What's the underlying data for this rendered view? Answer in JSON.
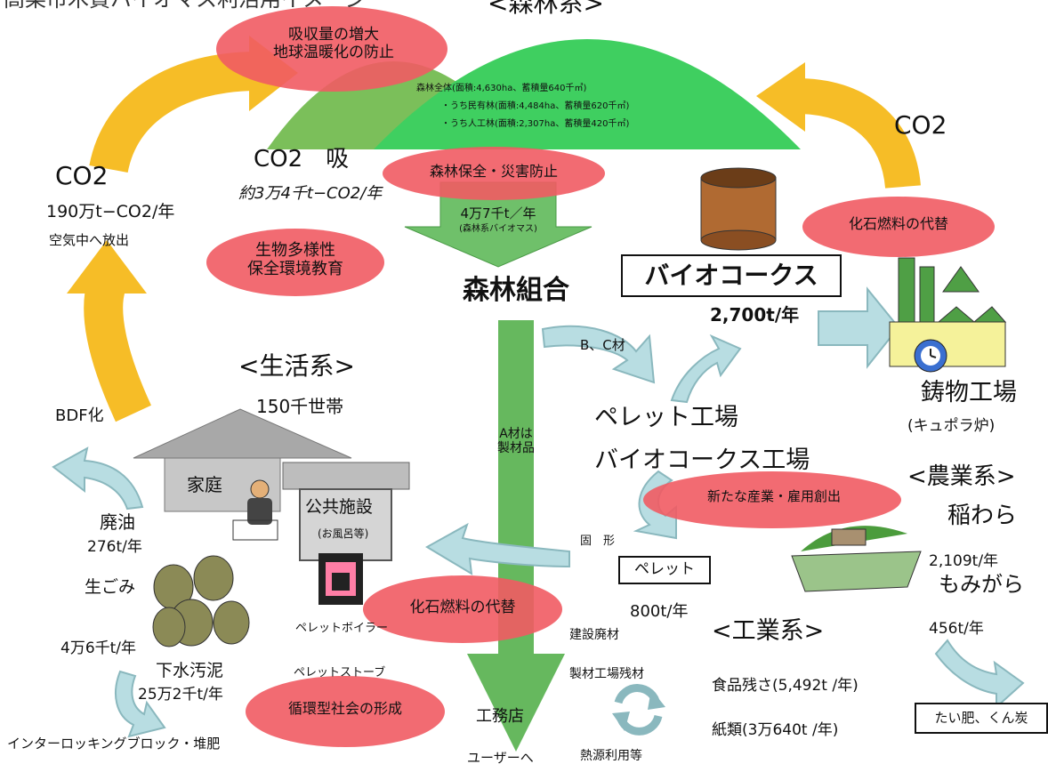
{
  "header": {
    "top_title": "高梁市木質バイオマス利活用イメージ",
    "forest_title": "<森林系>"
  },
  "forest": {
    "total": "森林全体(面積:4,630ha、蓄積量640千㎥)",
    "private": "・うち民有林(面積:4,484ha、蓄積量620千㎥)",
    "planted": "・うち人工林(面積:2,307ha、蓄積量420千㎥)",
    "bubble_absorb": "吸収量の増大\n地球温暖化の防止",
    "bubble_conserve": "森林保全・災害防止",
    "co2_absorb": "CO2　吸",
    "co2_absorb_amount": "約3万4千t−CO2/年",
    "biomass_amount": "4万7千t／年",
    "biomass_note": "(森林系バイオマス)",
    "cooperative": "森林組合",
    "a_material": "A材は\n製材品",
    "bc_material": "B、C材"
  },
  "left": {
    "co2": "CO2",
    "co2_release": "190万t−CO2/年",
    "co2_release_to_air": "空気中へ放出",
    "bubble_bio": "生物多様性\n保全環境教育",
    "bdf": "BDF化"
  },
  "living": {
    "title": "<生活系>",
    "households": "150千世帯",
    "home": "家庭",
    "public": "公共施設",
    "public_note": "(お風呂等)",
    "waste_oil": "廃油",
    "waste_oil_amount": "276t/年",
    "garbage": "生ごみ",
    "garbage_amount": "4万6千t/年",
    "sludge": "下水汚泥",
    "sludge_amount": "25万2千t/年",
    "interlocking": "インターロッキングブロック・堆肥",
    "pellet_boiler": "ペレットボイラー",
    "pellet_stove": "ペレットストーブ",
    "bubble_fossil": "化石燃料の代替",
    "bubble_circular": "循環型社会の形成"
  },
  "center": {
    "pellet_factory": "ペレット工場",
    "biocoke_factory": "バイオコークス工場",
    "bubble_industry": "新たな産業・雇用創出",
    "solid": "固　形",
    "pellet": "ペレット",
    "pellet_amount": "800t/年",
    "construction_waste": "建設廃材",
    "sawmill_waste": "製材工場残材",
    "heat_use": "熱源利用等",
    "builder": "工務店",
    "to_user": "ユーザーへ"
  },
  "right": {
    "biocoke": "バイオコークス",
    "biocoke_amount": "2,700t/年",
    "co2": "CO2",
    "bubble_fossil": "化石燃料の代替",
    "foundry": "鋳物工場",
    "cupola": "(キュポラ炉)"
  },
  "agri": {
    "title": "<農業系>",
    "straw": "稲わら",
    "straw_amount": "2,109t/年",
    "husk": "もみがら",
    "husk_amount": "456t/年",
    "compost": "たい肥、くん炭"
  },
  "industry": {
    "title": "<工業系>",
    "food": "食品残さ(5,492t /年)",
    "paper": "紙類(3万640t /年)"
  }
}
